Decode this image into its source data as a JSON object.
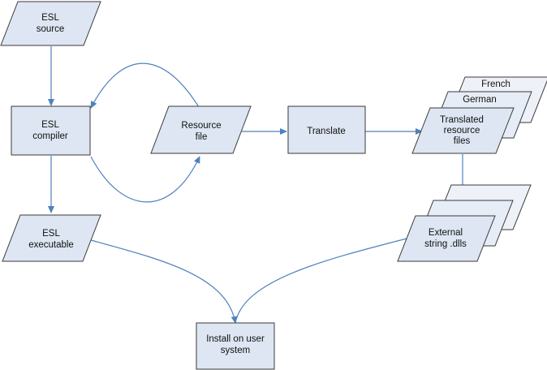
{
  "nodes": {
    "esl_source": {
      "line1": "ESL",
      "line2": "source"
    },
    "esl_compiler": {
      "line1": "ESL",
      "line2": "compiler"
    },
    "resource_file": {
      "line1": "Resource",
      "line2": "file"
    },
    "translate": {
      "line1": "Translate"
    },
    "translated_files": {
      "back": "French",
      "middle": "German",
      "line1": "Translated",
      "line2": "resource",
      "line3": "files"
    },
    "esl_executable": {
      "line1": "ESL",
      "line2": "executable"
    },
    "external_dlls": {
      "line1": "External",
      "line2": "string .dlls"
    },
    "install": {
      "line1": "Install on user",
      "line2": "system"
    }
  },
  "colors": {
    "shape_fill": "#dde6f2",
    "shape_stroke": "#3a3a3a",
    "arrow": "#4f81bd"
  }
}
